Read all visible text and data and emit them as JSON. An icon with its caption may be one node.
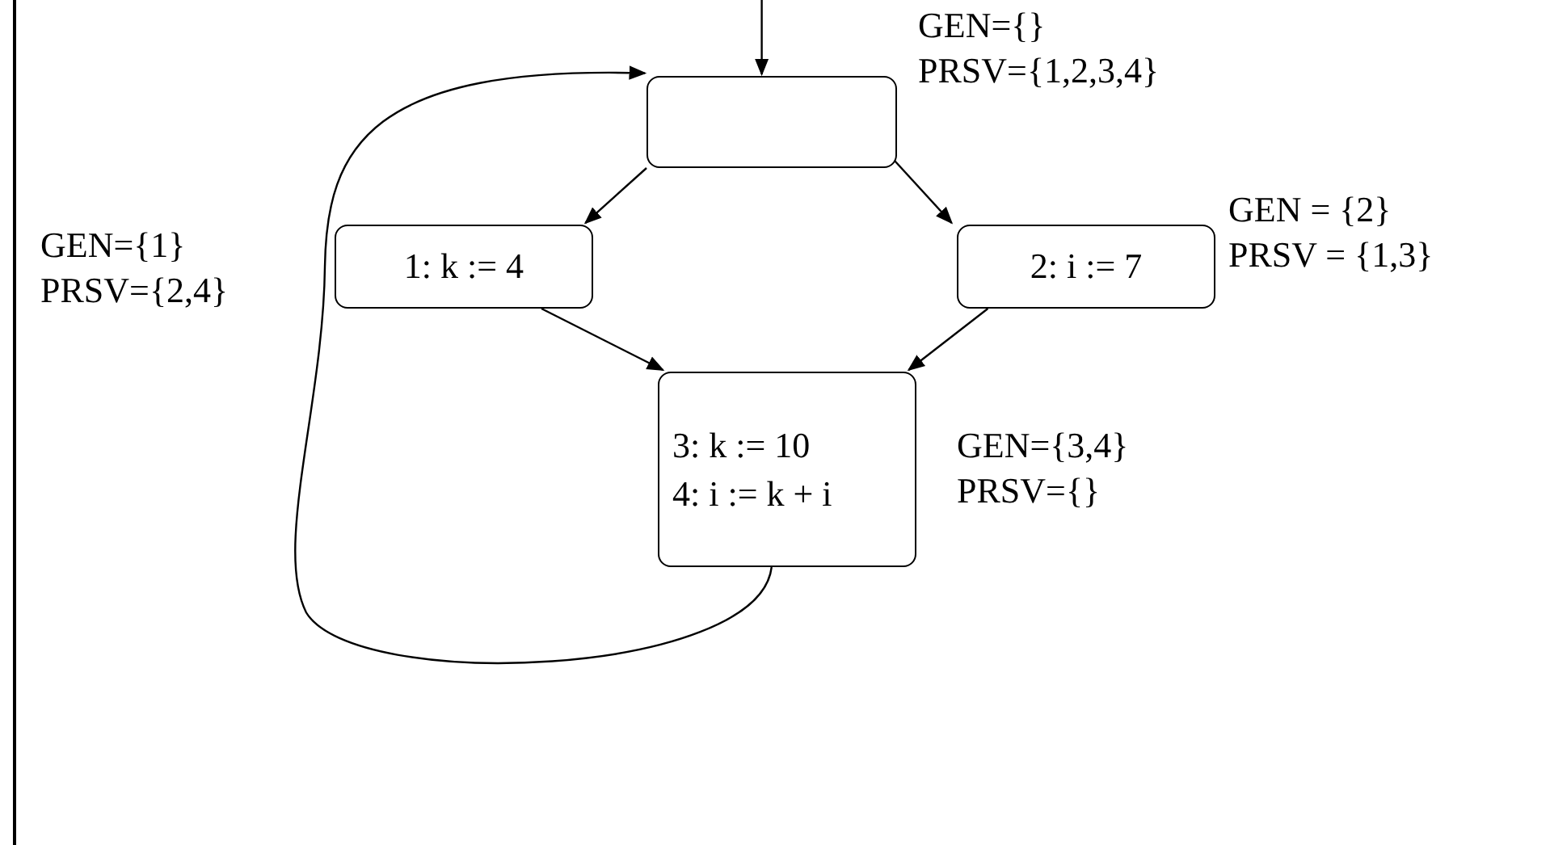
{
  "diagram": {
    "nodes": [
      {
        "text": [],
        "shape": "box",
        "beside": [
          "GEN={}",
          "PRSV={1,2,3,4}"
        ]
      },
      {
        "text": [
          "1: k := 4"
        ],
        "beside": [
          "GEN={1}",
          "PRSV={2,4}"
        ]
      },
      {
        "text": [
          "2: i := 7"
        ],
        "beside": [
          "GEN = {2}",
          "PRSV = {1,3}"
        ]
      },
      {
        "text": [
          "3: k := 10",
          "4: i := k + i"
        ],
        "beside": [
          "GEN={3,4}",
          "PRSV={}"
        ]
      }
    ],
    "edges": [
      {
        "from": null,
        "to": 0,
        "arrow": "to"
      },
      {
        "from": 0,
        "to": 1,
        "arrow": "to"
      },
      {
        "from": 0,
        "to": 2,
        "arrow": "to"
      },
      {
        "from": 1,
        "to": 3,
        "arrow": "to"
      },
      {
        "from": 2,
        "to": 3,
        "arrow": "to"
      },
      {
        "from": 3,
        "to": 0,
        "arrow": "to"
      }
    ]
  }
}
